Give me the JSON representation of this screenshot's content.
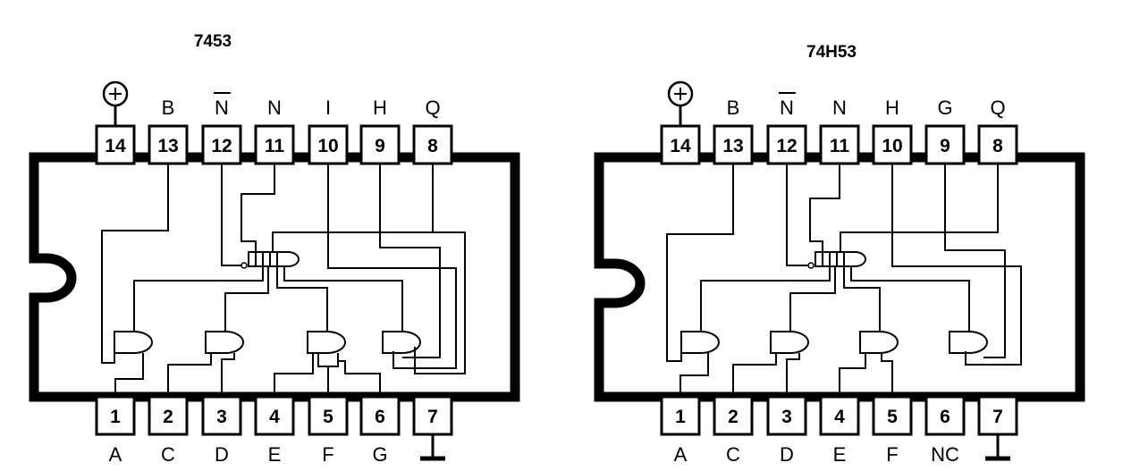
{
  "chips": [
    {
      "title": "7453",
      "top_pins": [
        {
          "num": "14",
          "label": ""
        },
        {
          "num": "13",
          "label": "B"
        },
        {
          "num": "12",
          "label": "N"
        },
        {
          "num": "11",
          "label": "N"
        },
        {
          "num": "10",
          "label": "I"
        },
        {
          "num": "9",
          "label": "H"
        },
        {
          "num": "8",
          "label": "Q"
        }
      ],
      "bottom_pins": [
        {
          "num": "1",
          "label": "A"
        },
        {
          "num": "2",
          "label": "C"
        },
        {
          "num": "3",
          "label": "D"
        },
        {
          "num": "4",
          "label": "E"
        },
        {
          "num": "5",
          "label": "F"
        },
        {
          "num": "6",
          "label": "G"
        },
        {
          "num": "7",
          "label": ""
        }
      ],
      "icons": {
        "pin14": "power-supply-icon",
        "pin7": "ground-icon"
      }
    },
    {
      "title": "74H53",
      "top_pins": [
        {
          "num": "14",
          "label": ""
        },
        {
          "num": "13",
          "label": "B"
        },
        {
          "num": "12",
          "label": "N"
        },
        {
          "num": "11",
          "label": "N"
        },
        {
          "num": "10",
          "label": "H"
        },
        {
          "num": "9",
          "label": "G"
        },
        {
          "num": "8",
          "label": "Q"
        }
      ],
      "bottom_pins": [
        {
          "num": "1",
          "label": "A"
        },
        {
          "num": "2",
          "label": "C"
        },
        {
          "num": "3",
          "label": "D"
        },
        {
          "num": "4",
          "label": "E"
        },
        {
          "num": "5",
          "label": "F"
        },
        {
          "num": "6",
          "label": "NC"
        },
        {
          "num": "7",
          "label": ""
        }
      ],
      "icons": {
        "pin14": "power-supply-icon",
        "pin7": "ground-icon"
      }
    }
  ]
}
